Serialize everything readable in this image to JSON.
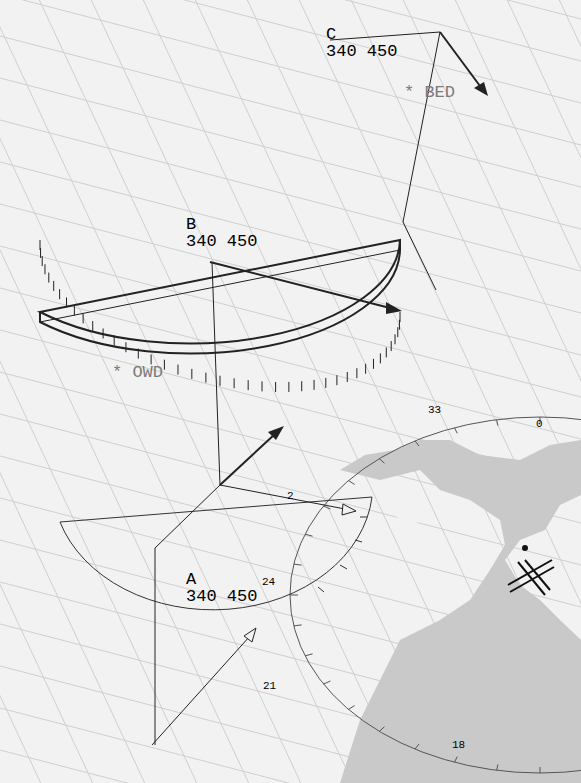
{
  "diagram": {
    "labels": [
      "C",
      "340 450",
      "* BED",
      "B",
      "340 450",
      "* OWD",
      "A",
      "340 450",
      "33",
      "0",
      "2",
      "24",
      "21",
      "18"
    ]
  }
}
